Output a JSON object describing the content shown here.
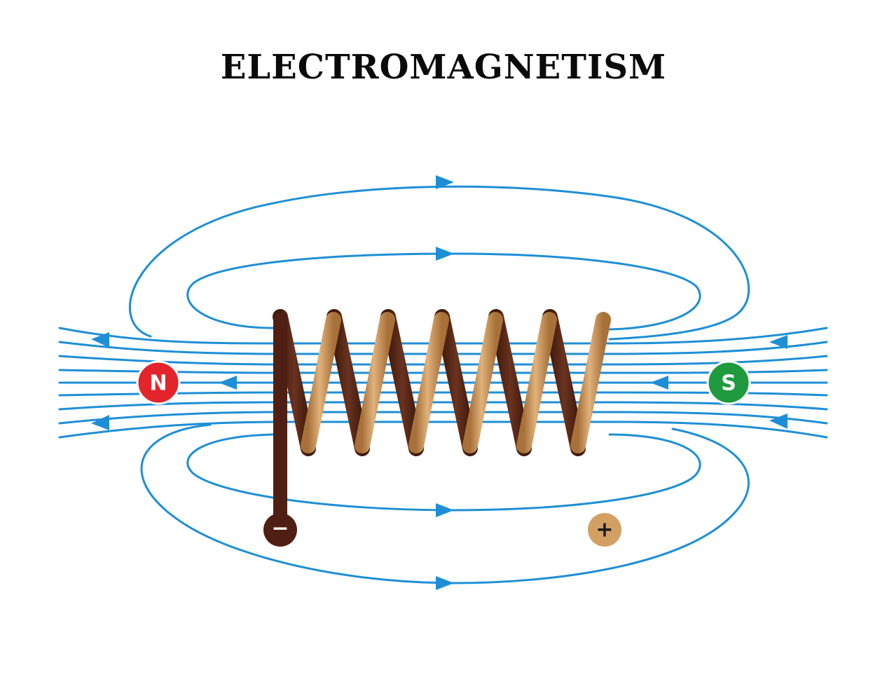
{
  "title": "ELECTROMAGNETISM",
  "poles": {
    "north": {
      "label": "N",
      "color": "#e3242b"
    },
    "south": {
      "label": "S",
      "color": "#1f9a3e"
    }
  },
  "terminals": {
    "negative": {
      "label": "−",
      "color": "#4e1f12"
    },
    "positive": {
      "label": "+",
      "color": "#d2a063"
    }
  },
  "colors": {
    "field_lines": "#1e8fd6",
    "coil_front": "#c68f4d",
    "coil_back": "#5a2a16"
  }
}
